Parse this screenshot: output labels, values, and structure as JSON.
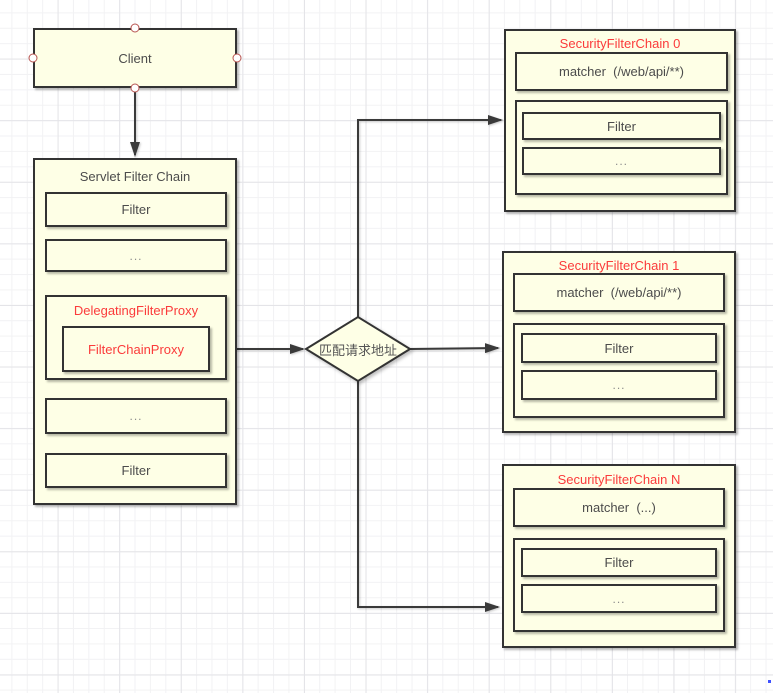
{
  "colors": {
    "fill": "#feffe6",
    "stroke": "#333333",
    "red": "#fb3b3b",
    "text": "#4c4c4c",
    "muted": "#8c8c8c",
    "connector": "#3a3a3a",
    "anchor_ring": "#b85450",
    "grid_minor": "#f2f2f4",
    "grid_major": "#e4e4e8",
    "dot_blue": "#3f51ff"
  },
  "client": {
    "label": "Client"
  },
  "servlet_chain": {
    "title": "Servlet Filter Chain",
    "filter_top": "Filter",
    "dots_top": "...",
    "delegating_proxy": "DelegatingFilterProxy",
    "filter_chain_proxy": "FilterChainProxy",
    "dots_bottom": "...",
    "filter_bottom": "Filter"
  },
  "decision": {
    "label": "匹配请求地址"
  },
  "chains": [
    {
      "title": "SecurityFilterChain 0",
      "matcher": "matcher  (/web/api/**)",
      "filter": "Filter",
      "dots": "..."
    },
    {
      "title": "SecurityFilterChain 1",
      "matcher": "matcher  (/web/api/**)",
      "filter": "Filter",
      "dots": "..."
    },
    {
      "title": "SecurityFilterChain N",
      "matcher": "matcher  (...)",
      "filter": "Filter",
      "dots": "..."
    }
  ]
}
